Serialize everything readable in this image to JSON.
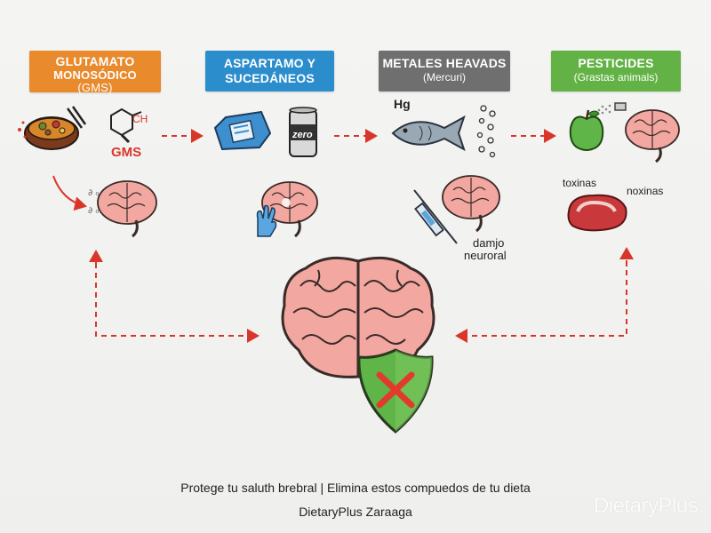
{
  "labels": [
    {
      "title": "GLUTAMATO MONOSÓDICO",
      "title_line1": "GLUTAMATO",
      "title_line2": "MONOSÓDICO",
      "sub": "(GMS)",
      "color": "#e98a2c"
    },
    {
      "title_line1": "ASPARTAMO Y",
      "title_line2": "SUCEDÁNEOS",
      "color": "#2b8dcc"
    },
    {
      "title_line1": "METALES HEAVADS",
      "sub": "(Mercuri)",
      "color": "#6f6f6f"
    },
    {
      "title_line1": "PESTICIDES",
      "sub": "(Grastas animals)",
      "color": "#63b245"
    }
  ],
  "annotations": {
    "ch": "CH",
    "gms": "GMS",
    "zero": "zero",
    "hg": "Hg",
    "damage_line1": "damjo",
    "damage_line2": "neuroral",
    "toxinas": "toxinas",
    "noxinas": "noxinas"
  },
  "footer": {
    "line1": "Protege tu saluth brebral | Elimina estos compuedos de tu dieta",
    "line2": "DietaryPlus Zaraaga"
  },
  "watermark": "DietaryPlus",
  "colors": {
    "arrow": "#d9362b",
    "brain": "#f2a7a0",
    "brain_stroke": "#3a2a28",
    "shield": "#5fb548",
    "cross": "#e23a2d"
  },
  "icons": [
    "noodle-bowl-icon",
    "molecule-icon",
    "candy-wrapper-icon",
    "soda-can-icon",
    "fish-icon",
    "bubbles-icon",
    "apple-icon",
    "spray-icon",
    "meat-icon",
    "syringe-icon",
    "glove-icon",
    "brain-icon",
    "shield-icon"
  ]
}
